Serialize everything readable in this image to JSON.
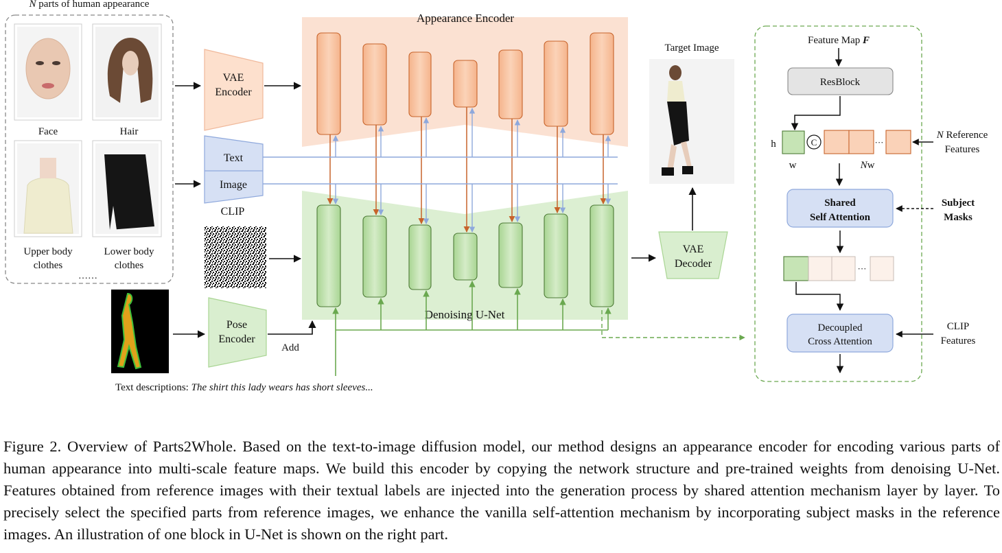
{
  "parts_panel": {
    "title_n": "N",
    "title_rest": " parts of human appearance",
    "labels": {
      "face": "Face",
      "hair": "Hair",
      "upper_1": "Upper body",
      "upper_2": "clothes",
      "lower_1": "Lower body",
      "lower_2": "clothes",
      "more": "……"
    }
  },
  "blocks": {
    "vae_encoder_1": "VAE",
    "vae_encoder_2": "Encoder",
    "clip_text": "Text",
    "clip_image": "Image",
    "clip": "CLIP",
    "pose_encoder_1": "Pose",
    "pose_encoder_2": "Encoder",
    "add": "Add",
    "appearance_encoder": "Appearance Encoder",
    "denoising_unet": "Denoising U-Net",
    "target_image": "Target Image",
    "vae_decoder_1": "VAE",
    "vae_decoder_2": "Decoder"
  },
  "text_descriptions": {
    "label": "Text descriptions: ",
    "example": "The shirt this lady wears has short sleeves..."
  },
  "detail_panel": {
    "feature_map": "Feature Map ",
    "feature_map_symbol": "F",
    "resblock": "ResBlock",
    "h": "h",
    "w": "w",
    "concat": "C",
    "ellipsis": "···",
    "nw_n": "N",
    "nw_w": "w",
    "ref_1_n": "N",
    "ref_1_rest": " Reference",
    "ref_2": "Features",
    "shared_1": "Shared",
    "shared_2": "Self Attention",
    "masks_1": "Subject",
    "masks_2": "Masks",
    "decoupled_1": "Decoupled",
    "decoupled_2": "Cross Attention",
    "clip_feat_1": "CLIP",
    "clip_feat_2": "Features"
  },
  "colors": {
    "encoder_orange": "#f7c6a6",
    "unet_green": "#c6e4b5",
    "clip_blue": "#c9d6f0",
    "arrow_orange": "#c7632a",
    "arrow_blue": "#8ea8dc",
    "arrow_green": "#6aa84f"
  },
  "caption": "Figure 2. Overview of Parts2Whole. Based on the text-to-image diffusion model, our method designs an appearance encoder for encoding various parts of human appearance into multi-scale feature maps. We build this encoder by copying the network structure and pre-trained weights from denoising U-Net. Features obtained from reference images with their textual labels are injected into the generation process by shared attention mechanism layer by layer. To precisely select the specified parts from reference images, we enhance the vanilla self-attention mechanism by incorporating subject masks in the reference images. An illustration of one block in U-Net is shown on the right part."
}
